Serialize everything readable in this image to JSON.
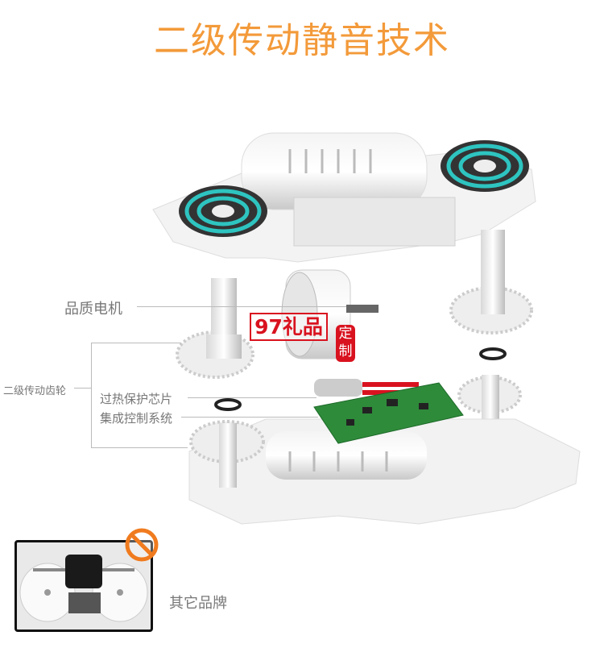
{
  "title": "二级传动静音技术",
  "labels": {
    "motor": "品质电机",
    "gears": "二级传动齿轮",
    "chip": "过热保护芯片",
    "control": "集成控制系统",
    "other_brand": "其它品牌"
  },
  "watermark": {
    "text": "97礼品",
    "seal": "定制"
  },
  "colors": {
    "title": "#f39a3a",
    "ring": "#2ec4c0",
    "pcb": "#2e8b3a",
    "prohibit": "#f07b1e",
    "watermark": "#d9121f"
  },
  "icons": {
    "prohibit": "prohibit-icon"
  }
}
